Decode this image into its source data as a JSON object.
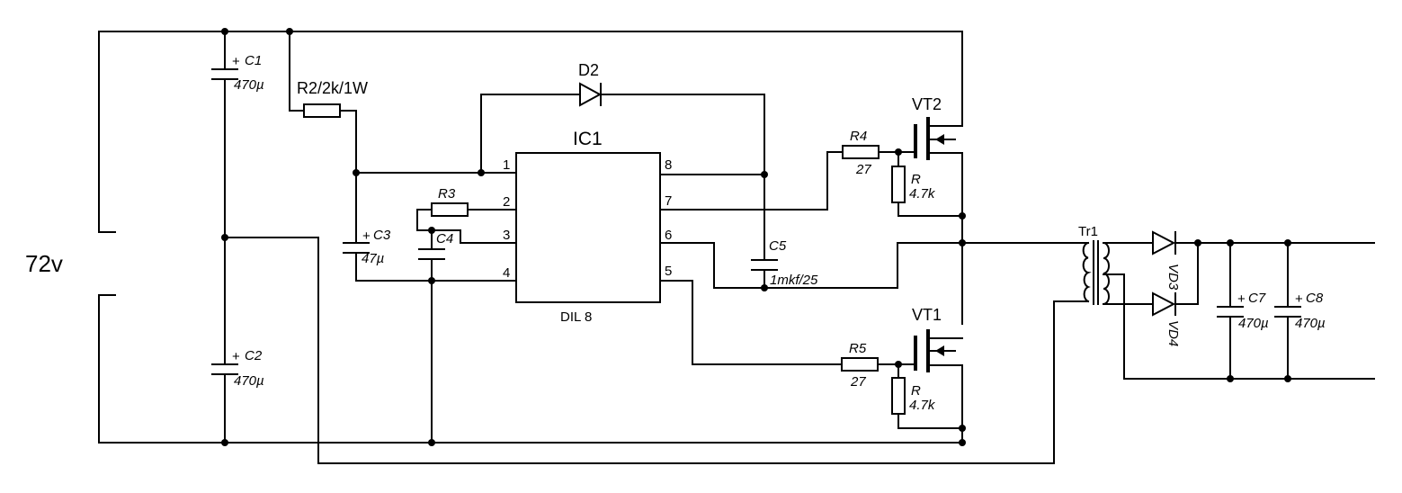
{
  "supply": {
    "voltage": "72v"
  },
  "ic": {
    "name": "IC1",
    "package": "DIL 8",
    "pins": [
      "1",
      "2",
      "3",
      "4",
      "5",
      "6",
      "7",
      "8"
    ]
  },
  "resistors": {
    "r2": "R2/2k/1W",
    "r3": "R3",
    "r4": {
      "name": "R4",
      "value": "27"
    },
    "r5": {
      "name": "R5",
      "value": "27"
    },
    "r_top": {
      "name": "R",
      "value": "4.7k"
    },
    "r_bot": {
      "name": "R",
      "value": "4.7k"
    }
  },
  "capacitors": {
    "c1": {
      "name": "C1",
      "value": "470µ"
    },
    "c2": {
      "name": "C2",
      "value": "470µ"
    },
    "c3": {
      "name": "C3",
      "value": "47µ"
    },
    "c4": {
      "name": "C4"
    },
    "c5": {
      "name": "C5",
      "value": "1mkf/25"
    },
    "c7": {
      "name": "C7",
      "value": "470µ"
    },
    "c8": {
      "name": "C8",
      "value": "470µ"
    },
    "polarity": "+"
  },
  "diodes": {
    "d2": "D2",
    "vd3": "VD3",
    "vd4": "VD4"
  },
  "transistors": {
    "vt1": "VT1",
    "vt2": "VT2"
  },
  "transformer": {
    "name": "Tr1"
  }
}
